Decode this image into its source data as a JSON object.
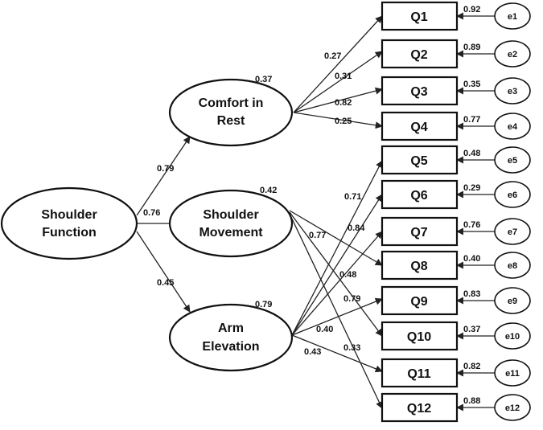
{
  "latent": {
    "shoulder_function": [
      "Shoulder",
      "Function"
    ],
    "comfort_in_rest": [
      "Comfort in",
      "Rest"
    ],
    "shoulder_movement": [
      "Shoulder",
      "Movement"
    ],
    "arm_elevation": [
      "Arm",
      "Elevation"
    ]
  },
  "r2": {
    "comfort_in_rest": "0.37",
    "shoulder_movement": "0.42",
    "arm_elevation": "0.79"
  },
  "structural_paths": {
    "to_comfort_in_rest": "0.79",
    "to_shoulder_movement": "0.76",
    "to_arm_elevation": "0.45"
  },
  "indicators": [
    {
      "label": "Q1",
      "error": "e1",
      "error_value": "0.92",
      "factor": "comfort_in_rest",
      "loading": "0.27"
    },
    {
      "label": "Q2",
      "error": "e2",
      "error_value": "0.89",
      "factor": "comfort_in_rest",
      "loading": "0.31"
    },
    {
      "label": "Q3",
      "error": "e3",
      "error_value": "0.35",
      "factor": "comfort_in_rest",
      "loading": "0.82"
    },
    {
      "label": "Q4",
      "error": "e4",
      "error_value": "0.77",
      "factor": "comfort_in_rest",
      "loading": "0.25"
    },
    {
      "label": "Q5",
      "error": "e5",
      "error_value": "0.48",
      "factor": "arm_elevation",
      "loading": "0.71"
    },
    {
      "label": "Q6",
      "error": "e6",
      "error_value": "0.29",
      "factor": "arm_elevation",
      "loading": "0.84"
    },
    {
      "label": "Q7",
      "error": "e7",
      "error_value": "0.76",
      "factor": "arm_elevation",
      "loading": "0.48"
    },
    {
      "label": "Q8",
      "error": "e8",
      "error_value": "0.40",
      "factor": "shoulder_movement",
      "loading": "0.77"
    },
    {
      "label": "Q9",
      "error": "e9",
      "error_value": "0.83",
      "factor": "arm_elevation",
      "loading": "0.40"
    },
    {
      "label": "Q10",
      "error": "e10",
      "error_value": "0.37",
      "factor": "shoulder_movement",
      "loading": "0.79"
    },
    {
      "label": "Q11",
      "error": "e11",
      "error_value": "0.82",
      "factor": "arm_elevation",
      "loading": "0.43"
    },
    {
      "label": "Q12",
      "error": "e12",
      "error_value": "0.88",
      "factor": "shoulder_movement",
      "loading": "0.33"
    }
  ]
}
